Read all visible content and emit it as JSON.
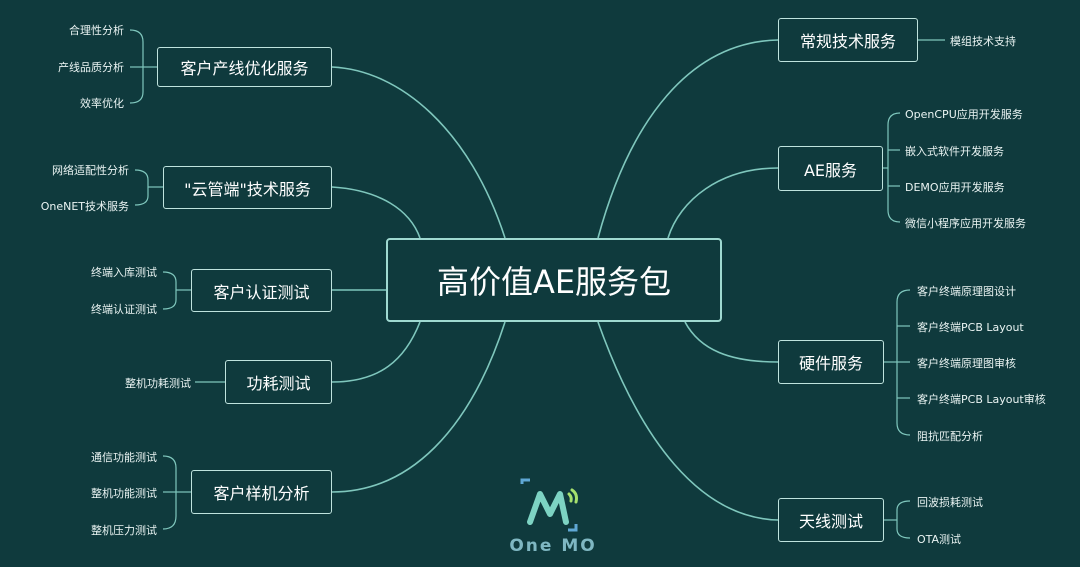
{
  "center": {
    "title": "高价值AE服务包"
  },
  "left": [
    {
      "label": "客户产线优化服务",
      "items": [
        "合理性分析",
        "产线品质分析",
        "效率优化"
      ]
    },
    {
      "label": "\"云管端\"技术服务",
      "items": [
        "网络适配性分析",
        "OneNET技术服务"
      ]
    },
    {
      "label": "客户认证测试",
      "items": [
        "终端入库测试",
        "终端认证测试"
      ]
    },
    {
      "label": "功耗测试",
      "items": [
        "整机功耗测试"
      ]
    },
    {
      "label": "客户样机分析",
      "items": [
        "通信功能测试",
        "整机功能测试",
        "整机压力测试"
      ]
    }
  ],
  "right": [
    {
      "label": "常规技术服务",
      "items": [
        "模组技术支持"
      ]
    },
    {
      "label": "AE服务",
      "items": [
        "OpenCPU应用开发服务",
        "嵌入式软件开发服务",
        "DEMO应用开发服务",
        "微信小程序应用开发服务"
      ]
    },
    {
      "label": "硬件服务",
      "items": [
        "客户终端原理图设计",
        "客户终端PCB Layout",
        "客户终端原理图审核",
        "客户终端PCB Layout审核",
        "阻抗匹配分析"
      ]
    },
    {
      "label": "天线测试",
      "items": [
        "回波损耗测试",
        "OTA测试"
      ]
    }
  ],
  "logo": {
    "text": "One MO",
    "icon": "onemo-logo-icon"
  },
  "colors": {
    "background": "#0f3a3d",
    "line": "#7fc7bd",
    "border": "#bfe3de"
  }
}
